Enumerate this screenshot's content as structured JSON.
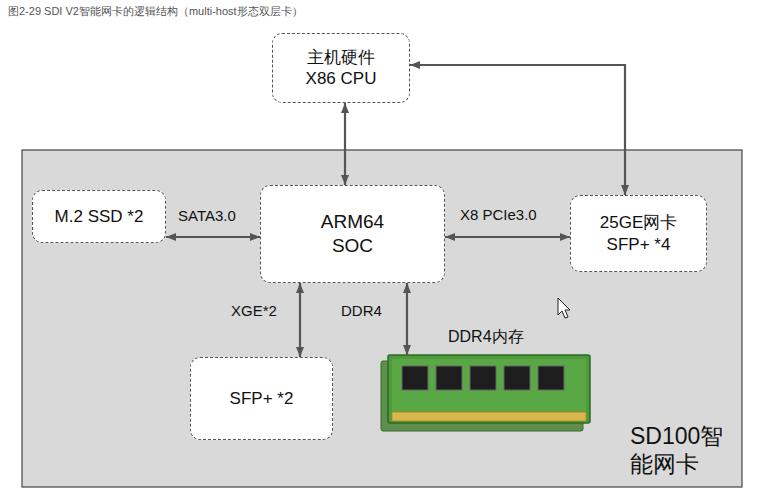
{
  "diagram": {
    "title": "图2-29 SDI V2智能网卡的逻辑结构（multi-host形态双层卡）",
    "nodes": [
      {
        "text": [
          "主机硬件 X86 CPU"
        ]
      },
      {
        "text": [
          "SD100智能网卡"
        ]
      },
      {
        "text": [
          "M.2 SSD *2"
        ],
        "in": 1
      },
      {
        "text": [
          "ARM64 SOC"
        ],
        "in": 1
      },
      {
        "text": [
          "25GE网卡 SFP+ *4"
        ],
        "in": 1
      },
      {
        "text": [
          "SFP+ *2"
        ],
        "in": 1
      },
      {
        "text": [
          "DDR4内存"
        ],
        "in": 1
      }
    ],
    "edges": [
      {
        "from": 0,
        "to": 3,
        "arrow": "both"
      },
      {
        "from": 0,
        "to": 4,
        "arrow": "both"
      },
      {
        "from": 2,
        "to": 3,
        "label": "SATA3.0",
        "arrow": "both"
      },
      {
        "from": 3,
        "to": 4,
        "label": "X8 PCIe3.0",
        "arrow": "both"
      },
      {
        "from": 3,
        "to": 5,
        "label": "XGE*2",
        "arrow": "both"
      },
      {
        "from": 3,
        "to": 6,
        "label": "DDR4",
        "arrow": "both"
      }
    ]
  }
}
